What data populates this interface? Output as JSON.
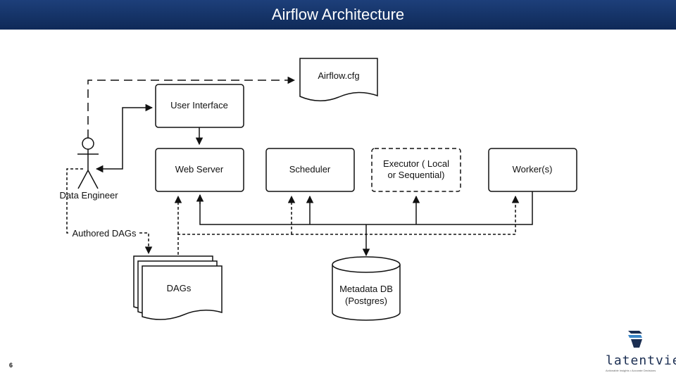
{
  "header": {
    "title": "Airflow Architecture"
  },
  "nodes": {
    "config": "Airflow.cfg",
    "ui": "User Interface",
    "webserver": "Web Server",
    "scheduler": "Scheduler",
    "executor_line1": "Executor ( Local",
    "executor_line2": "or Sequential)",
    "workers": "Worker(s)",
    "dags": "DAGs",
    "metadb_line1": "Metadata DB",
    "metadb_line2": "(Postgres)"
  },
  "actor": {
    "label": "Data Engineer"
  },
  "edges": {
    "authored": "Authored DAGs"
  },
  "footer": {
    "page_number": "6",
    "logo_text": "latentview",
    "logo_tagline": "Actionable Insights • Accurate Decisions"
  },
  "colors": {
    "header": "#14326a",
    "logo": "#1b2e52",
    "logo_accent": "#3a86c8"
  }
}
